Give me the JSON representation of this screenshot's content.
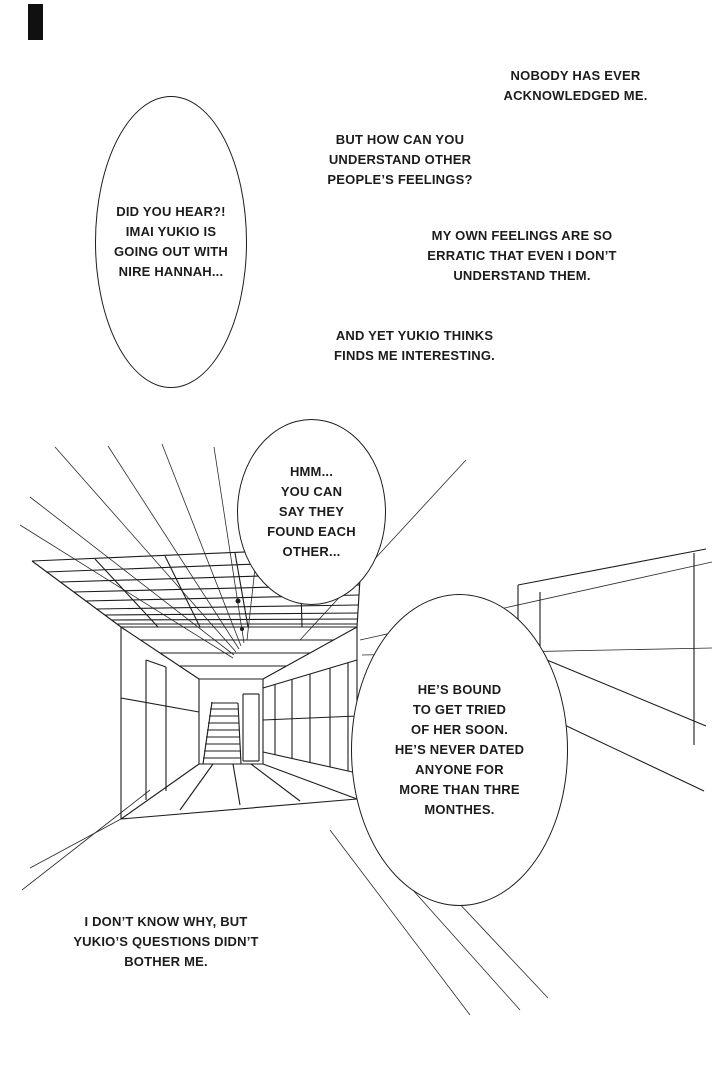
{
  "page": {
    "type": "manga-page",
    "colors": {
      "ink": "#1c1c1c",
      "paper": "#ffffff"
    }
  },
  "narrations": {
    "n1": "NOBODY HAS EVER\nACKNOWLEDGED ME.",
    "n2": "BUT HOW CAN YOU\nUNDERSTAND OTHER\nPEOPLE’S FEELINGS?",
    "n3": "MY OWN FEELINGS ARE SO\nERRATIC THAT EVEN I DON’T\nUNDERSTAND THEM.",
    "n4": "AND YET YUKIO THINKS\nFINDS ME INTERESTING.",
    "n5": "I DON’T KNOW WHY, BUT\nYUKIO’S QUESTIONS DIDN’T\nBOTHER ME."
  },
  "bubbles": {
    "b1": "DID YOU HEAR?!\nIMAI YUKIO IS\nGOING OUT WITH\nNIRE HANNAH...",
    "b2": "HMM...\nYOU CAN\nSAY THEY\nFOUND EACH\nOTHER...",
    "b3": "HE’S BOUND\nTO GET TRIED\nOF HER SOON.\nHE’S NEVER DATED\nANYONE FOR\nMORE THAN THRE\nMONTHES."
  }
}
